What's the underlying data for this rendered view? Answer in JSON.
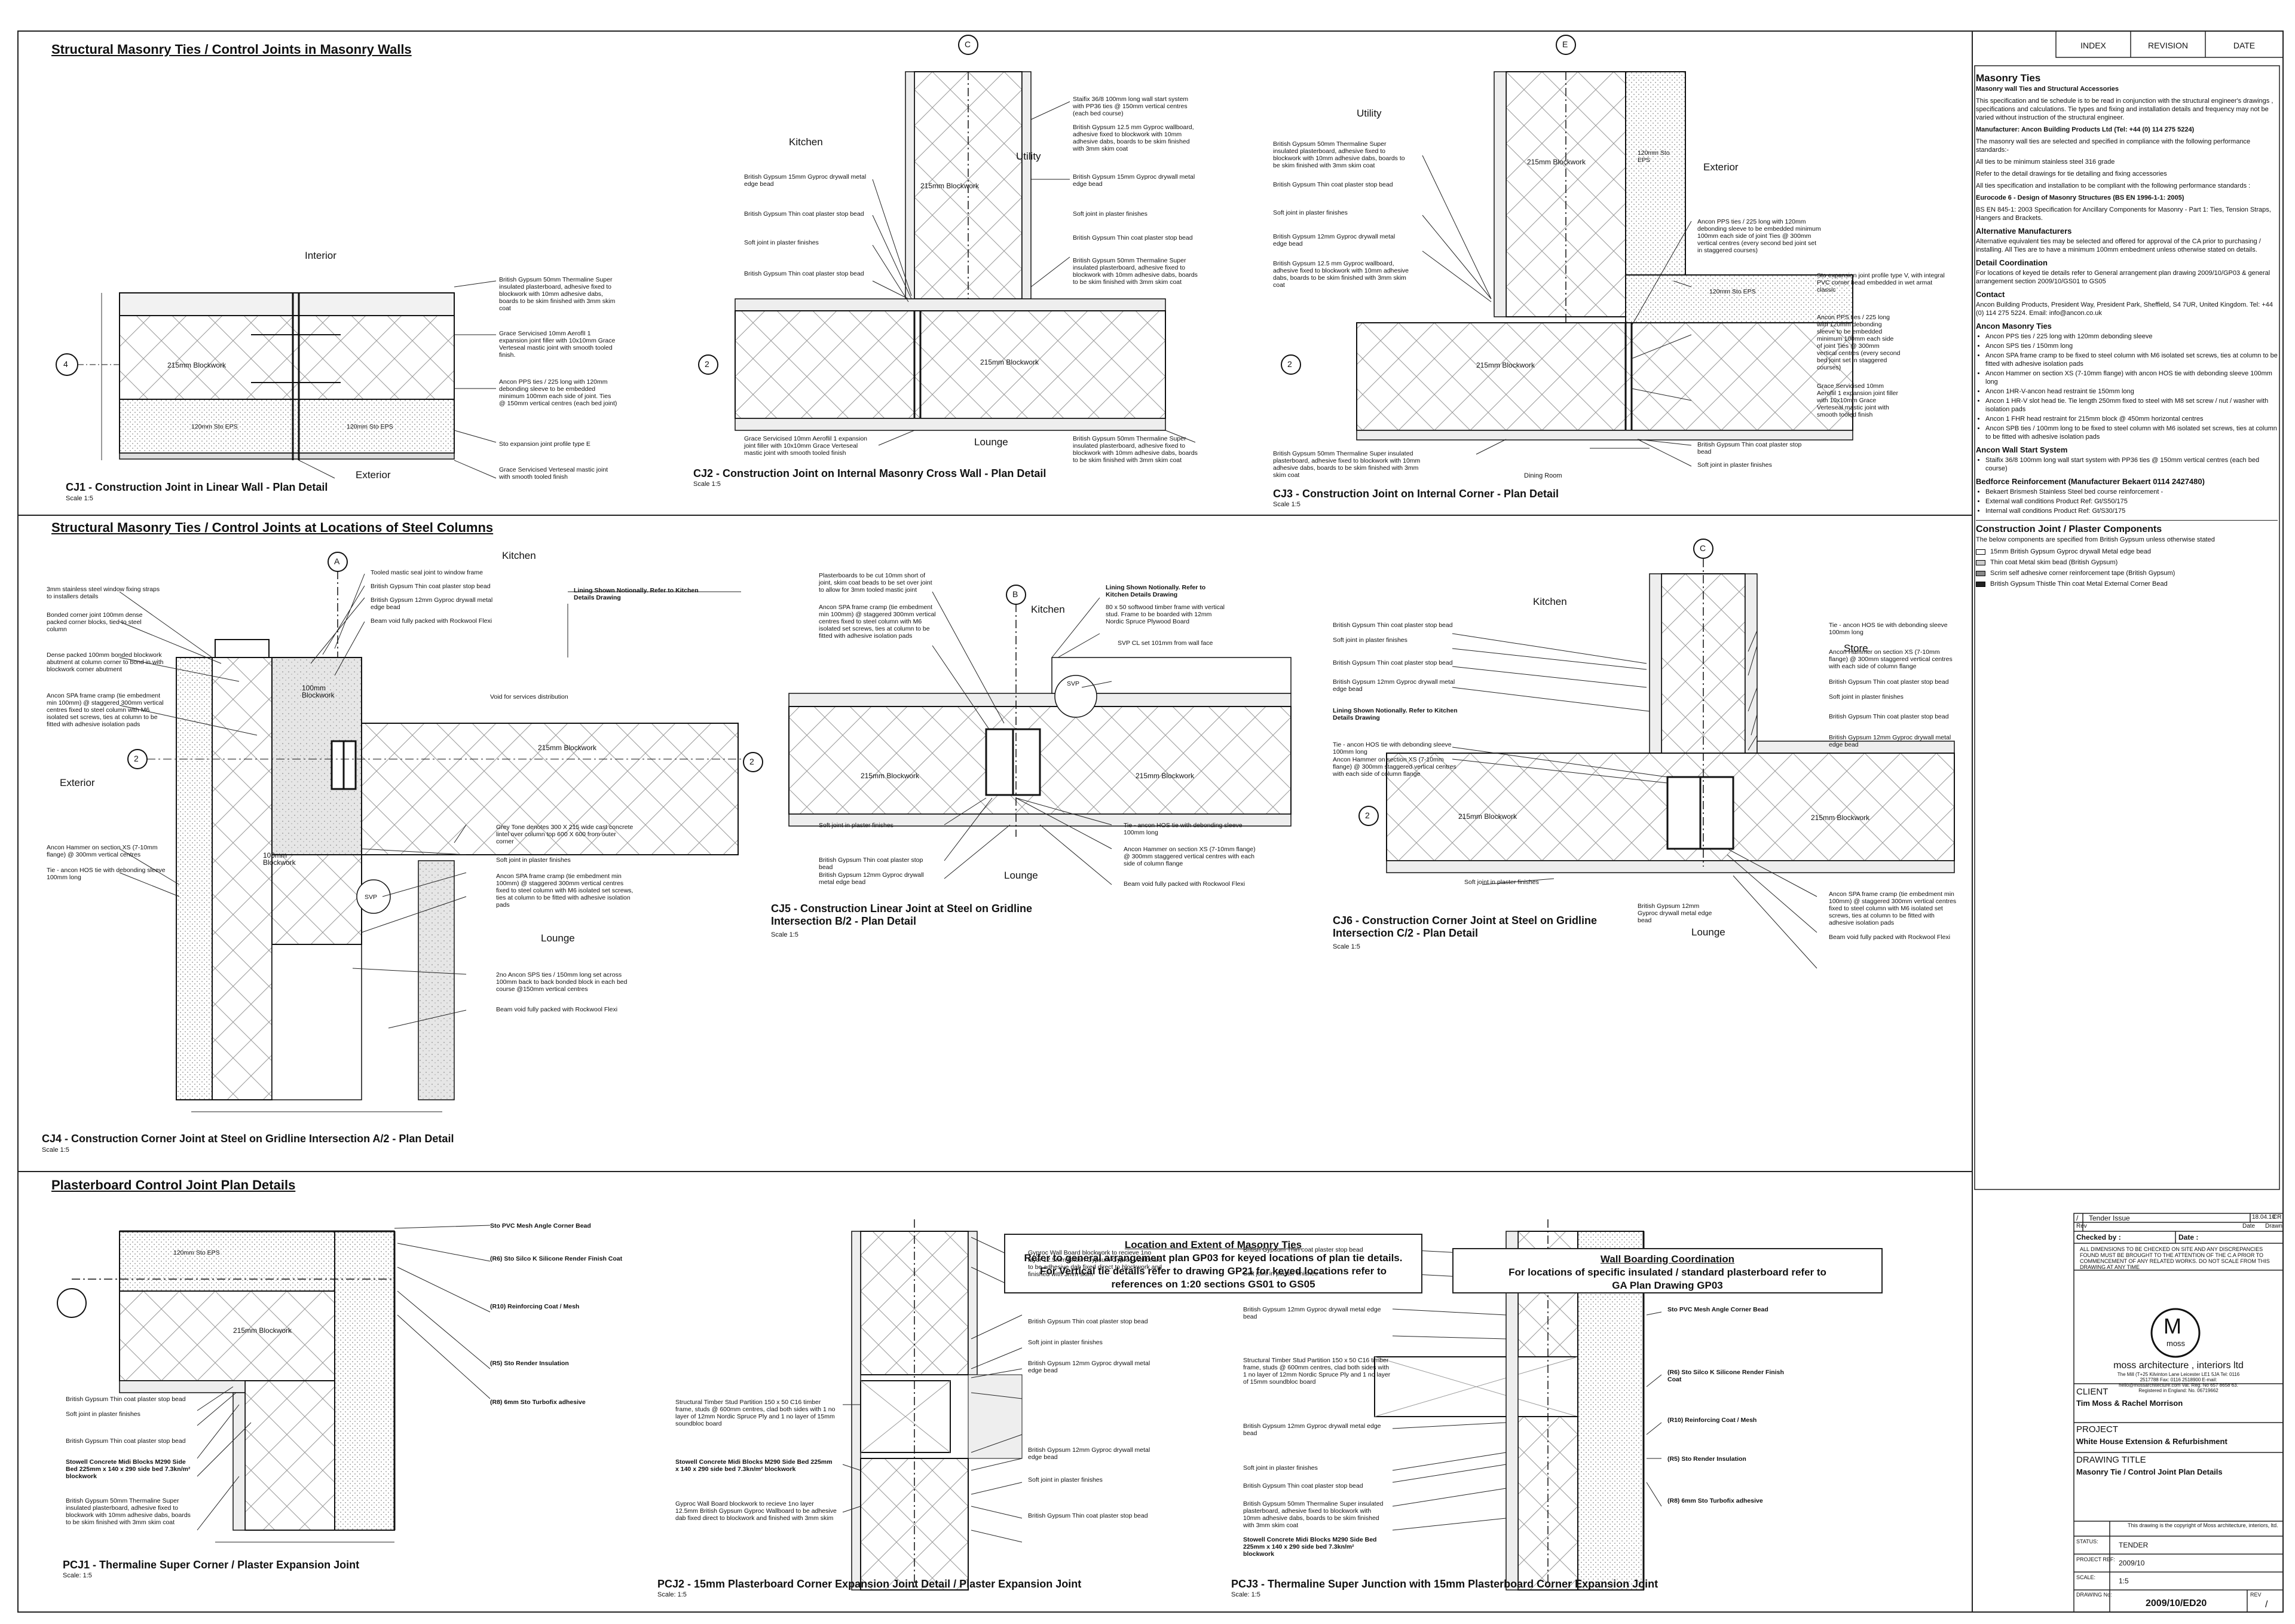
{
  "sections": {
    "s1": "Structural Masonry Ties / Control Joints in Masonry Walls",
    "s2": "Structural Masonry Ties / Control Joints at Locations of Steel Columns",
    "s3": "Plasterboard Control Joint Plan Details"
  },
  "details": [
    {
      "id": "cj1",
      "caption": "CJ1 - Construction Joint in Linear Wall - Plan Detail",
      "scale": "Scale 1:5"
    },
    {
      "id": "cj2",
      "caption": "CJ2 - Construction Joint on Internal Masonry Cross Wall - Plan Detail",
      "scale": "Scale 1:5"
    },
    {
      "id": "cj3",
      "caption": "CJ3 - Construction Joint on Internal Corner - Plan Detail",
      "scale": "Scale 1:5"
    },
    {
      "id": "cj4",
      "caption": "CJ4 - Construction Corner Joint at Steel on Gridline Intersection A/2 - Plan Detail",
      "scale": "Scale 1:5"
    },
    {
      "id": "cj5",
      "caption": "CJ5 - Construction Linear Joint at Steel on Gridline Intersection B/2 - Plan Detail",
      "scale": "Scale 1:5"
    },
    {
      "id": "cj6",
      "caption": "CJ6 - Construction Corner Joint at Steel on Gridline Intersection C/2 - Plan Detail",
      "scale": "Scale 1:5"
    },
    {
      "id": "pcj1",
      "caption": "PCJ1 - Thermaline Super Corner / Plaster Expansion Joint",
      "scale": "Scale: 1:5"
    },
    {
      "id": "pcj2",
      "caption": "PCJ2 - 15mm Plasterboard Corner Expansion Joint Detail / Plaster Expansion Joint",
      "scale": "Scale: 1:5"
    },
    {
      "id": "pcj3",
      "caption": "PCJ3 - Thermaline Super Junction with 15mm Plasterboard Corner Expansion Joint",
      "scale": "Scale: 1:5"
    }
  ],
  "rooms": {
    "interior": "Interior",
    "exterior": "Exterior",
    "kitchen": "Kitchen",
    "utility": "Utility",
    "lounge": "Lounge",
    "dining": "Dining Room",
    "store": "Store"
  },
  "labels": {
    "blockwork": "215mm Blockwork",
    "eps": "120mm Sto EPS",
    "eps2": "120mm Sto EPS",
    "block100": "100mm Blockwork",
    "svp": "SVP",
    "grid_c": "C",
    "grid_e": "E",
    "grid_a": "A",
    "grid_b": "B",
    "grid_2": "2",
    "grid_4": "4"
  },
  "notes": {
    "cj1_a": "British Gypsum 50mm Thermaline Super insulated plasterboard, adhesive fixed to blockwork with 10mm adhesive dabs, boards to be skim finished with 3mm skim coat",
    "cj1_b": "Grace Servicised 10mm AeroflI 1 expansion joint filler with 10x10mm Grace Verteseal mastic joint with smooth tooled finish.",
    "cj1_c": "Ancon PPS ties / 225 long with 120mm debonding sleeve to be embedded minimum 100mm each side of joint. Ties @ 150mm vertical centres (each bed joint)",
    "cj1_d": "Sto expansion joint profile type E",
    "cj1_e": "Grace Servicised Verteseal mastic joint with smooth tooled finish",
    "cj2_a": "Staifix 36/8 100mm long wall start system with PP36 ties @ 150mm vertical centres (each bed course)",
    "cj2_b": "British Gypsum 12.5 mm Gyproc wallboard, adhesive fixed to blockwork with 10mm adhesive dabs, boards to be skim finished with 3mm skim coat",
    "cj2_c": "British Gypsum 15mm Gyproc drywall metal edge bead",
    "cj2_d": "Soft joint in plaster finishes",
    "cj2_e": "British Gypsum Thin coat plaster stop bead",
    "cj2_f": "British Gypsum 50mm Thermaline Super insulated plasterboard, adhesive fixed to blockwork with 10mm adhesive dabs, boards to be skim finished with 3mm skim coat",
    "cj2_g": "Grace Servicised 10mm Aeroflil 1 expansion joint filler with 10x10mm Grace Verteseal mastic joint with smooth tooled finish",
    "cj3_a": "British Gypsum 50mm Thermaline Super insulated plasterboard, adhesive fixed to blockwork with 10mm adhesive dabs, boards to be skim finished with 3mm skim coat",
    "cj3_b": "British Gypsum Thin coat plaster stop bead",
    "cj3_c": "Soft joint in plaster finishes",
    "cj3_d": "British Gypsum 12mm Gyproc drywall metal edge bead",
    "cj3_e": "Ancon PPS ties / 225 long with 120mm debonding sleeve to be embedded minimum 100mm each side of joint Ties @ 300mm vertical centres (every second bed joint set in staggered courses)",
    "cj3_f": "Sto expansion joint profile type V, with integral PVC corner bead embedded in wet armat classic",
    "cj3_g": "Grace Servicised 10mm Aeroflil 1 expansion joint filler with 10x10mm Grace Verteseal mastic joint with smooth tooled finish",
    "cj4_a": "Tooled mastic seal joint to window frame",
    "cj4_b": "British Gypsum Thin coat plaster stop bead",
    "cj4_c": "British Gypsum 12mm Gyproc drywall metal edge bead",
    "cj4_d": "Beam void fully packed with Rockwool Flexi",
    "cj4_e": "Void for services distribution",
    "cj4_f": "Grey Tone denotes 300 X 215 wide cast concrete lintel over column top 600 X 600 from outer corner",
    "cj4_g": "Soft joint in plaster finishes",
    "cj4_h": "Ancon SPA frame cramp (tie embedment min 100mm) @ staggered 300mm vertical centres fixed to steel column with M6 isolated set screws, ties at column to be fitted with adhesive isolation pads",
    "cj4_i": "2no Ancon SPS ties / 150mm long set across 100mm back to back bonded block in each bed course @150mm vertical centres",
    "cj4_j": "3mm stainless steel window fixing straps to installers details",
    "cj4_k": "Bonded corner joint 100mm dense packed corner blocks, tied to steel column",
    "cj4_l": "Dense packed 100mm bonded blockwork abutment at column corner to bond in with blockwork corner abutment",
    "cj4_m": "Ancon Hammer on section XS (7-10mm flange) @ 300mm vertical centres",
    "cj4_n": "Tie - ancon HOS tie with debonding sleeve 100mm long",
    "lining_note": "Lining Shown Notionally. Refer to Kitchen Details Drawing",
    "cj5_a": "Plasterboards to be cut 10mm short of joint, skim coat beads to be set over joint to allow for 3mm tooled mastic joint",
    "cj5_b": "80 x 50 softwood timber frame with vertical stud. Frame to be boarded with 12mm Nordic Spruce Plywood Board",
    "cj5_c": "SVP CL set 101mm from wall face",
    "cj5_d": "Tie - ancon HOS tie with debonding sleeve 100mm long",
    "cj5_e": "Ancon Hammer on section XS (7-10mm flange) @ 300mm staggered vertical centres with each side of column flange",
    "cj5_f": "Beam void fully packed with Rockwool Flexi",
    "cj6_a": "British Gypsum Thin coat plaster stop bead",
    "cj6_b": "Soft joint in plaster finishes",
    "cj6_c": "British Gypsum 12mm Gyproc drywall metal edge bead",
    "cj6_d": "Tie - ancon HOS tie with debonding sleeve 100mm long",
    "cj6_e": "Ancon Hammer on section XS (7-10mm flange) @ 300mm staggered vertical centres with each side of column flange",
    "cj6_f": "Ancon SPA frame cramp (tie embedment min 100mm) @ staggered 300mm vertical centres fixed to steel column with M6 isolated set screws, ties at column to be fitted with adhesive isolation pads",
    "pcj1_a": "Sto PVC Mesh Angle Corner Bead",
    "pcj1_b": "(R6) Sto Silco K Silicone Render Finish Coat",
    "pcj1_c": "(R10) Reinforcing Coat / Mesh",
    "pcj1_d": "(R5) Sto Render Insulation",
    "pcj1_e": "(R8) 6mm Sto Turbofix adhesive",
    "pcj1_f": "Stowell Concrete Midi Blocks M290 Side Bed 225mm x 140 x 290 side bed 7.3kn/m² blockwork",
    "pcj1_g": "British Gypsum 50mm Thermaline Super insulated plasterboard, adhesive fixed to blockwork with 10mm adhesive dabs, boards to be skim finished with 3mm skim coat",
    "pcj2_a": "Gyproc Wall Board blockwork to recieve 1no layer 12.5mm British Gypsum Gyproc Wallboard to be adhesive dab fixed direct to blockwork and finished with 3mm skim",
    "pcj2_b": "Structural Timber Stud Partition 150 x 50 C16 timber frame, studs @ 600mm centres, clad both sides with 1 no layer of 12mm Nordic Spruce Ply and 1 no layer of 15mm soundbloc board",
    "pcj3_a": "Sto PVC Mesh Angle Corner Bead",
    "pcj3_b": "(R8) 6mm Sto Turbofix adhesive"
  },
  "center_boxes": {
    "masonry_title": "Location and Extent of Masonry Ties",
    "masonry_l1": "Refer to general arrangement plan GP03 for keyed locations of plan tie details.",
    "masonry_l2": "For Vertical tie details refer to drawing GP21 for keyed locations refer to",
    "masonry_l3": "references on 1:20 sections GS01 to GS05",
    "wall_title": "Wall Boarding Coordination",
    "wall_l1": "For locations of specific insulated / standard plasterboard refer to",
    "wall_l2": "GA Plan Drawing GP03"
  },
  "header": {
    "index": "INDEX",
    "revision": "REVISION",
    "date": "DATE"
  },
  "spec": {
    "title": "Masonry Ties",
    "subtitle": "Masonry wall Ties and Structural Accessories",
    "p1": "This specification and tie schedule is to be read in conjunction with the structural engineer's drawings , specifications and calculations. Tie types and fixing and installation details and frequency may not be varied without instruction of the structural engineer.",
    "p2": "Manufacturer: Ancon Building Products Ltd (Tel: +44 (0) 114 275 5224)",
    "p3": "The masonry wall ties are selected and specified in compliance with the following performance standards:-",
    "p4": "All ties to be minimum stainless steel 316 grade",
    "p5": "Refer to the detail drawings for tie detailing and fixing accessories",
    "p6": "All ties specification and installation to be compliant with the following performance standards :",
    "p7": "Eurocode 6 - Design of Masonry Structures (BS EN 1996-1-1: 2005)",
    "p8": "BS EN 845-1: 2003 Specification for Ancillary Components for Masonry - Part 1: Ties, Tension Straps, Hangers and Brackets.",
    "alt_h": "Alternative Manufacturers",
    "alt_p": "Alternative equivalent ties may be selected and offered for approval of the CA prior to purchasing / installing. All Ties are to have a minimum 100mm embedment unless otherwise stated on details.",
    "coord_h": "Detail Coordination",
    "coord_p": "For locations of keyed tie details refer to General arrangement plan drawing 2009/10/GP03 & general arrangement section 2009/10/GS01 to GS05",
    "contact_h": "Contact",
    "contact_p": "Ancon Building Products, President Way, President Park, Sheffield, S4 7UR, United Kingdom. Tel: +44 (0) 114 275 5224. Email: info@ancon.co.uk",
    "ties_h": "Ancon Masonry Ties",
    "ties": [
      "Ancon PPS ties / 225 long with 120mm debonding sleeve",
      "Ancon SPS ties / 150mm long",
      "Ancon SPA frame cramp to be fixed to steel column with M6 isolated set screws, ties at column to be fitted with adhesive isolation pads",
      "Ancon Hammer on section XS (7-10mm flange) with ancon HOS tie with debonding sleeve 100mm long",
      "Ancon 1HR-V-ancon head restraint tie 150mm long",
      "Ancon 1 HR-V slot head tie. Tie length 250mm fixed to steel with M8 set screw / nut / washer with isolation pads",
      "Ancon 1 FHR head restraint for 215mm block @ 450mm horizontal centres",
      "Ancon SPB ties / 100mm long to be fixed to steel column with M6 isolated set screws, ties at column to be fitted with adhesive isolation pads"
    ],
    "start_h": "Ancon Wall Start System",
    "start": [
      "Staifix 36/8 100mm long wall start system with PP36 ties @ 150mm vertical centres (each bed course)"
    ],
    "bed_h": "Bedforce Reinforcement (Manufacturer Bekaert 0114 2427480)",
    "bed": [
      "Bekaert Brismesh Stainless Steel bed course reinforcement -",
      "External wall conditions Product Ref: Gt/S50/175",
      "Internal wall conditions Product Ref: Gt/S30/175"
    ],
    "plaster_h": "Construction Joint / Plaster Components",
    "plaster_p": "The below components are specified from British Gypsum unless otherwise stated",
    "plaster_keys": [
      "15mm British Gypsum Gyproc drywall Metal edge bead",
      "Thin coat Metal skim bead (British Gypsum)",
      "Scrim self adhesive corner reinforcement tape (British Gypsum)",
      "British Gypsum Thistle Thin coat Metal External Corner Bead"
    ]
  },
  "title_block": {
    "rev_mark": "/",
    "rev_text": "Tender Issue",
    "rev_date": "18.04.10",
    "rev_by": "CR",
    "rev_label": "Rev",
    "date_label": "Date",
    "drawn_label": "Drawn",
    "checked": "Checked by :",
    "date": "Date :",
    "warning": "ALL DIMENSIONS TO BE CHECKED ON SITE AND ANY DISCREPANCIES FOUND MUST BE BROUGHT TO THE ATTENTION OF THE C.A PRIOR TO COMMENCEMENT OF ANY RELATED WORKS. DO NOT SCALE FROM THIS DRAWING AT ANY TIME",
    "logo_letter": "M",
    "logo_word": "moss",
    "firm": "moss architecture , interiors ltd",
    "firm_addr": "The Mill (T+25 Kilvinton Lane Leicester LE1 5JA Tel: 0116 2517788 Fax: 0116 2518900 E-mail: hello@mossarchitecture.com Vat. Reg. No 657 8658 63. Registered in England: No. 06719662",
    "client_h": "CLIENT",
    "client": "Tim Moss & Rachel Morrison",
    "project_h": "PROJECT",
    "project": "White House Extension & Refurbishment",
    "dtitle_h": "DRAWING TITLE",
    "dtitle": "Masonry Tie / Control Joint Plan Details",
    "copyright": "This drawing is the copyright of Moss architecture, interiors, ltd.",
    "status_h": "STATUS:",
    "status": "TENDER",
    "projref_h": "PROJECT REF:",
    "projref": "2009/10",
    "scale_h": "SCALE:",
    "scale": "1:5",
    "dwgno_h": "DRAWING No:",
    "dwgno": "2009/10/ED20",
    "rev_h": "REV",
    "rev": "/"
  }
}
